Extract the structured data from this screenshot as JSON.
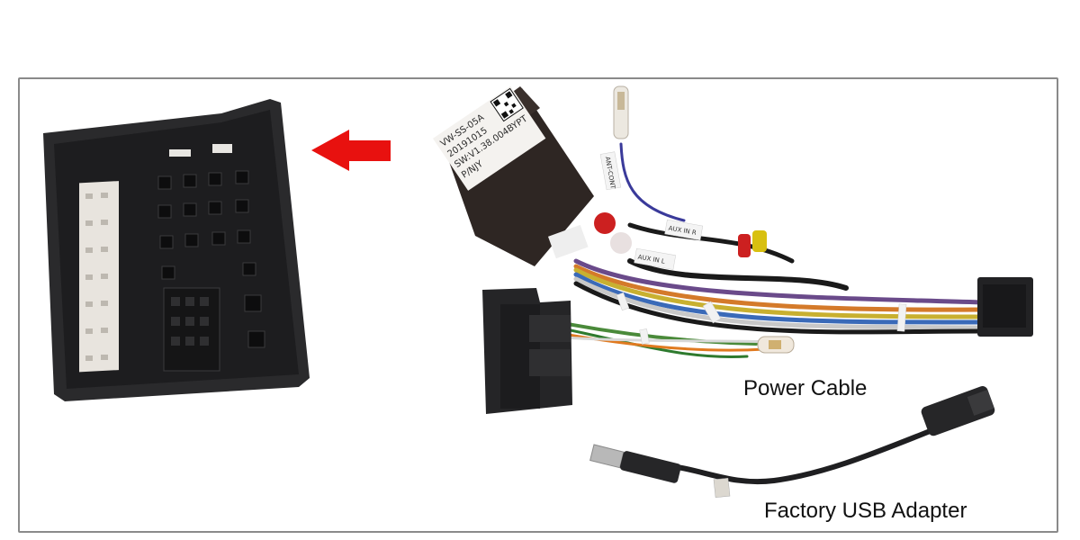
{
  "labels": {
    "power_cable": "Power Cable",
    "usb_adapter": "Factory USB Adapter"
  },
  "module_label": {
    "line1": "VW-SS-05A",
    "line2": "20191015",
    "line3": "SW:V1.38.004BYPT",
    "line4": "P/NJY"
  },
  "cable_tags": {
    "ant_cont": "ANT-CONT",
    "aux_in_r": "AUX IN R",
    "aux_in_l": "AUX IN L"
  },
  "colors": {
    "arrow": "#e8110f",
    "frame_border": "#8a8a8a",
    "connector_body": "#2a2a2c",
    "module_body": "#2e2623"
  }
}
